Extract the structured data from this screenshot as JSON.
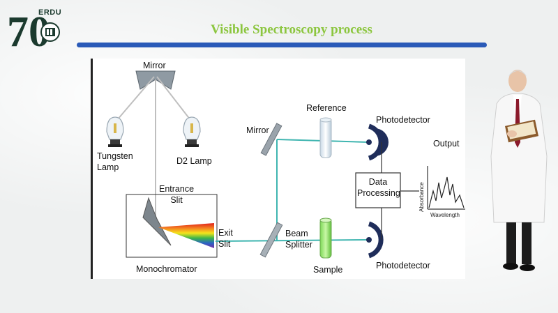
{
  "logo": {
    "number": "70",
    "tag": "ERDU"
  },
  "title": "Visible Spectroscopy process",
  "diagram": {
    "mirror_top": "Mirror",
    "tungsten_lamp": [
      "Tungsten",
      "Lamp"
    ],
    "d2_lamp": "D2 Lamp",
    "entrance_slit": [
      "Entrance",
      "Slit"
    ],
    "exit_slit": [
      "Exit",
      "Slit"
    ],
    "monochromator": "Monochromator",
    "mirror_mid": "Mirror",
    "reference": "Reference",
    "beam_splitter": [
      "Beam",
      "Splitter"
    ],
    "sample": "Sample",
    "photodetector_top": "Photodetector",
    "photodetector_bottom": "Photodetector",
    "data_processing": [
      "Data",
      "Processing"
    ],
    "output": "Output",
    "absorbance_axis": "Absorbance",
    "wavelength_axis": "Wavelength"
  },
  "colors": {
    "title": "#8cc63f",
    "title_bar": "#2a5ab8",
    "beam": "#3fb5b0",
    "detector": "#1f2d5a"
  }
}
